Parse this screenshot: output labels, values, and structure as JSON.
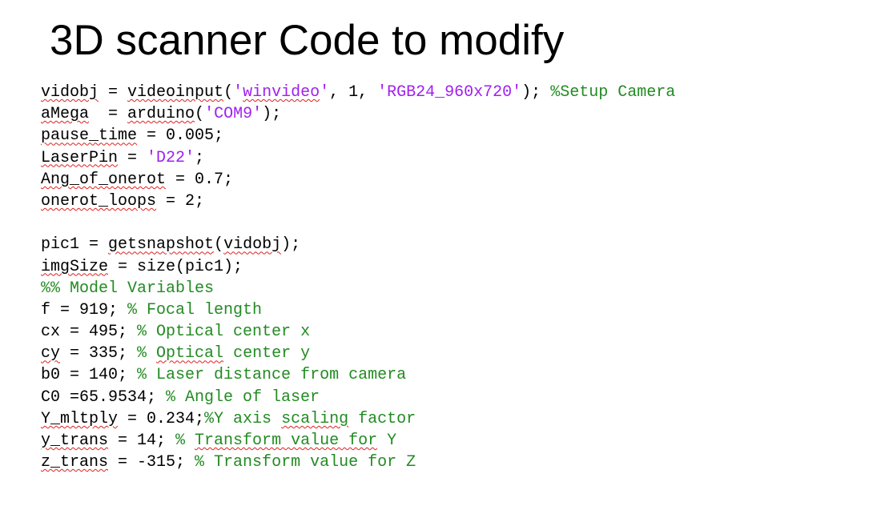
{
  "slide": {
    "title": "3D scanner Code to modify"
  },
  "code_lines": [
    [
      {
        "t": "vidobj",
        "c": "plain",
        "sq": true
      },
      {
        "t": " = ",
        "c": "plain"
      },
      {
        "t": "videoinput",
        "c": "plain",
        "sq": true
      },
      {
        "t": "(",
        "c": "plain"
      },
      {
        "t": "'",
        "c": "str"
      },
      {
        "t": "winvideo",
        "c": "str",
        "sq": true
      },
      {
        "t": "'",
        "c": "str"
      },
      {
        "t": ", 1, ",
        "c": "plain"
      },
      {
        "t": "'RGB24_960x720'",
        "c": "str"
      },
      {
        "t": "); ",
        "c": "plain"
      },
      {
        "t": "%Setup Camera",
        "c": "com"
      }
    ],
    [
      {
        "t": "aMega",
        "c": "plain",
        "sq": true
      },
      {
        "t": "  = ",
        "c": "plain"
      },
      {
        "t": "arduino",
        "c": "plain",
        "sq": true
      },
      {
        "t": "(",
        "c": "plain"
      },
      {
        "t": "'COM9'",
        "c": "str"
      },
      {
        "t": ");",
        "c": "plain"
      }
    ],
    [
      {
        "t": "pause_time",
        "c": "plain",
        "sq": true
      },
      {
        "t": " = 0.005;",
        "c": "plain"
      }
    ],
    [
      {
        "t": "LaserPin",
        "c": "plain",
        "sq": true
      },
      {
        "t": " = ",
        "c": "plain"
      },
      {
        "t": "'D22'",
        "c": "str"
      },
      {
        "t": ";",
        "c": "plain"
      }
    ],
    [
      {
        "t": "Ang_of_onerot",
        "c": "plain",
        "sq": true
      },
      {
        "t": " = 0.7;",
        "c": "plain"
      }
    ],
    [
      {
        "t": "onerot_loops",
        "c": "plain",
        "sq": true
      },
      {
        "t": " = 2;",
        "c": "plain"
      }
    ],
    [],
    [
      {
        "t": "pic1 = ",
        "c": "plain"
      },
      {
        "t": "getsnapshot",
        "c": "plain",
        "sq": true
      },
      {
        "t": "(",
        "c": "plain"
      },
      {
        "t": "vidobj",
        "c": "plain",
        "sq": true
      },
      {
        "t": ");",
        "c": "plain"
      }
    ],
    [
      {
        "t": "imgSize",
        "c": "plain",
        "sq": true
      },
      {
        "t": " = size(pic1);",
        "c": "plain"
      }
    ],
    [
      {
        "t": "%% Model Variables",
        "c": "com"
      }
    ],
    [
      {
        "t": "f = 919; ",
        "c": "plain"
      },
      {
        "t": "% Focal length",
        "c": "com"
      }
    ],
    [
      {
        "t": "cx = 495; ",
        "c": "plain"
      },
      {
        "t": "% Optical center x",
        "c": "com"
      }
    ],
    [
      {
        "t": "cy",
        "c": "plain",
        "sq": true
      },
      {
        "t": " = 335; ",
        "c": "plain"
      },
      {
        "t": "% ",
        "c": "com"
      },
      {
        "t": "Optical",
        "c": "com",
        "sq": true
      },
      {
        "t": " center y",
        "c": "com"
      }
    ],
    [
      {
        "t": "b0 = 140; ",
        "c": "plain"
      },
      {
        "t": "% Laser distance from camera",
        "c": "com"
      }
    ],
    [
      {
        "t": "C0 =65.9534; ",
        "c": "plain"
      },
      {
        "t": "% Angle of laser",
        "c": "com"
      }
    ],
    [
      {
        "t": "Y_mltply",
        "c": "plain",
        "sq": true
      },
      {
        "t": " = 0.234;",
        "c": "plain"
      },
      {
        "t": "%Y axis ",
        "c": "com"
      },
      {
        "t": "scaling",
        "c": "com",
        "sq": true
      },
      {
        "t": " factor",
        "c": "com"
      }
    ],
    [
      {
        "t": "y_trans",
        "c": "plain",
        "sq": true
      },
      {
        "t": " = 14; ",
        "c": "plain"
      },
      {
        "t": "% ",
        "c": "com"
      },
      {
        "t": "Transform value for",
        "c": "com",
        "sq": true
      },
      {
        "t": " Y",
        "c": "com"
      }
    ],
    [
      {
        "t": "z_trans",
        "c": "plain",
        "sq": true
      },
      {
        "t": " = -315; ",
        "c": "plain"
      },
      {
        "t": "% Transform value for Z",
        "c": "com"
      }
    ]
  ],
  "colors": {
    "string": "#a020f0",
    "comment": "#228b22",
    "plain": "#000000",
    "spellcheck": "#e02020"
  }
}
